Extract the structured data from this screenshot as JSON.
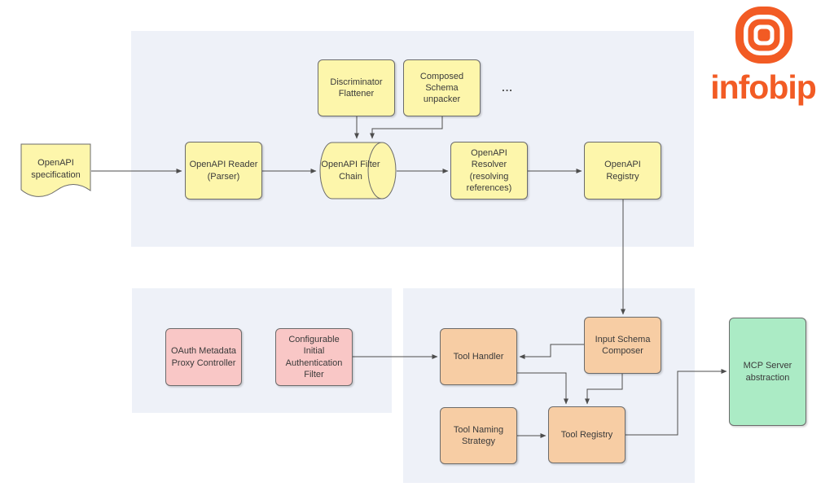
{
  "logo": {
    "text": "infobip",
    "icon": "infobip-rings-icon",
    "color": "#f25b24"
  },
  "colors": {
    "container_bg": "#eef1f8",
    "node_yellow": "#fdf6ab",
    "node_pink": "#f9c7c6",
    "node_orange": "#f7cda4",
    "node_green": "#abebc5",
    "node_border": "#6b6b6b",
    "connector": "#4d4d4d",
    "text": "#3a3a3a"
  },
  "nodes": {
    "openapi_spec": {
      "label": "OpenAPI\nspecification",
      "shape": "document",
      "color": "yellow"
    },
    "openapi_reader": {
      "label": "OpenAPI Reader\n(Parser)",
      "shape": "rect",
      "color": "yellow"
    },
    "discriminator_flattener": {
      "label": "Discriminator\nFlattener",
      "shape": "rect",
      "color": "yellow"
    },
    "composed_schema_unpacker": {
      "label": "Composed Schema\nunpacker",
      "shape": "rect",
      "color": "yellow"
    },
    "more_filters": {
      "label": "..."
    },
    "openapi_filter_chain": {
      "label": "OpenAPI Filter\nChain",
      "shape": "horizontal-cylinder",
      "color": "yellow"
    },
    "openapi_resolver": {
      "label": "OpenAPI Resolver\n(resolving\nreferences)",
      "shape": "rect",
      "color": "yellow"
    },
    "openapi_registry": {
      "label": "OpenAPI Registry",
      "shape": "rect",
      "color": "yellow"
    },
    "oauth_metadata_proxy": {
      "label": "OAuth Metadata\nProxy Controller",
      "shape": "rect",
      "color": "pink"
    },
    "config_auth_filter": {
      "label": "Configurable Initial\nAuthentication\nFilter",
      "shape": "rect",
      "color": "pink"
    },
    "tool_handler": {
      "label": "Tool Handler",
      "shape": "rect",
      "color": "orange"
    },
    "input_schema_composer": {
      "label": "Input Schema\nComposer",
      "shape": "rect",
      "color": "orange"
    },
    "tool_naming_strategy": {
      "label": "Tool Naming\nStrategy",
      "shape": "rect",
      "color": "orange"
    },
    "tool_registry": {
      "label": "Tool Registry",
      "shape": "rect",
      "color": "orange"
    },
    "mcp_server": {
      "label": "MCP Server\nabstraction",
      "shape": "rect",
      "color": "green"
    }
  },
  "edges": [
    {
      "from": "openapi_spec",
      "to": "openapi_reader"
    },
    {
      "from": "openapi_reader",
      "to": "openapi_filter_chain"
    },
    {
      "from": "discriminator_flattener",
      "to": "openapi_filter_chain"
    },
    {
      "from": "composed_schema_unpacker",
      "to": "openapi_filter_chain"
    },
    {
      "from": "openapi_filter_chain",
      "to": "openapi_resolver"
    },
    {
      "from": "openapi_resolver",
      "to": "openapi_registry"
    },
    {
      "from": "openapi_registry",
      "to": "input_schema_composer"
    },
    {
      "from": "config_auth_filter",
      "to": "tool_handler"
    },
    {
      "from": "input_schema_composer",
      "to": "tool_handler"
    },
    {
      "from": "tool_handler",
      "to": "tool_registry"
    },
    {
      "from": "input_schema_composer",
      "to": "tool_registry"
    },
    {
      "from": "tool_naming_strategy",
      "to": "tool_registry"
    },
    {
      "from": "tool_registry",
      "to": "mcp_server"
    }
  ]
}
